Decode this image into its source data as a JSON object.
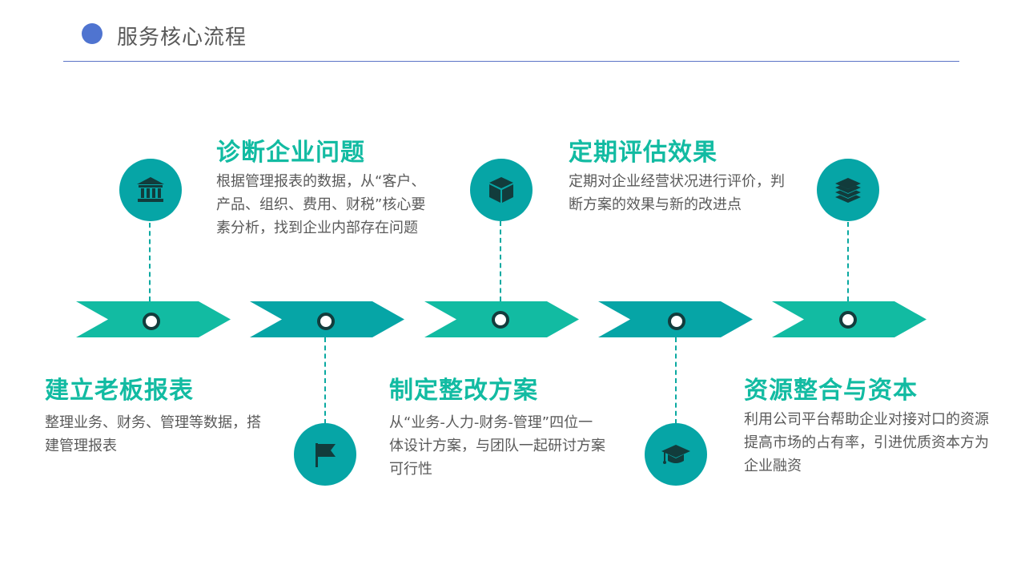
{
  "header": {
    "title": "服务核心流程"
  },
  "colors": {
    "accent": "#12bba2",
    "teal": "#06a5a6",
    "header_dot": "#4f74d0"
  },
  "steps": [
    {
      "title": "建立老板报表",
      "desc": "整理业务、财务、管理等数据，搭建管理报表",
      "icon": "bank-icon"
    },
    {
      "title": "诊断企业问题",
      "desc": "根据管理报表的数据，从“客户、产品、组织、费用、财税”核心要素分析，找到企业内部存在问题",
      "icon": "flag-icon"
    },
    {
      "title": "制定整改方案",
      "desc": "从“业务-人力-财务-管理”四位一体设计方案，与团队一起研讨方案可行性",
      "icon": "cube-icon"
    },
    {
      "title": "定期评估效果",
      "desc": "定期对企业经营状况进行评价，判断方案的效果与新的改进点",
      "icon": "graduation-cap-icon"
    },
    {
      "title": "资源整合与资本",
      "desc": "利用公司平台帮助企业对接对口的资源提高市场的占有率，引进优质资本方为企业融资",
      "icon": "layers-icon"
    }
  ]
}
